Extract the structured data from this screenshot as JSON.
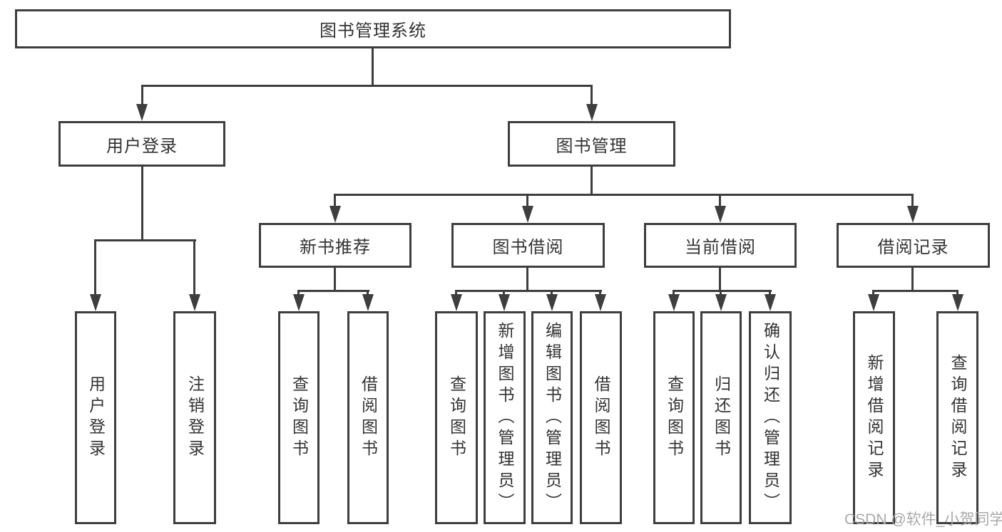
{
  "diagram_title": "图书管理系统",
  "colors": {
    "line": "#3e3e3e",
    "text": "#333333",
    "background": "#ffffff",
    "watermark": "#a9a9a9"
  },
  "watermark": {
    "text": "CSDN @软件_小贺同学"
  },
  "structure": {
    "root": "图书管理系统",
    "children": [
      {
        "label": "用户登录",
        "children": [
          "用户登录",
          "注销登录"
        ]
      },
      {
        "label": "图书管理",
        "children": [
          {
            "label": "新书推荐",
            "children": [
              "查询图书",
              "借阅图书"
            ]
          },
          {
            "label": "图书借阅",
            "children": [
              "查询图书",
              "新增图书（管理员）",
              "编辑图书（管理员）",
              "借阅图书"
            ]
          },
          {
            "label": "当前借阅",
            "children": [
              "查询图书",
              "归还图书",
              "确认归还（管理员）"
            ]
          },
          {
            "label": "借阅记录",
            "children": [
              "新增借阅记录",
              "查询借阅记录"
            ]
          }
        ]
      }
    ]
  }
}
